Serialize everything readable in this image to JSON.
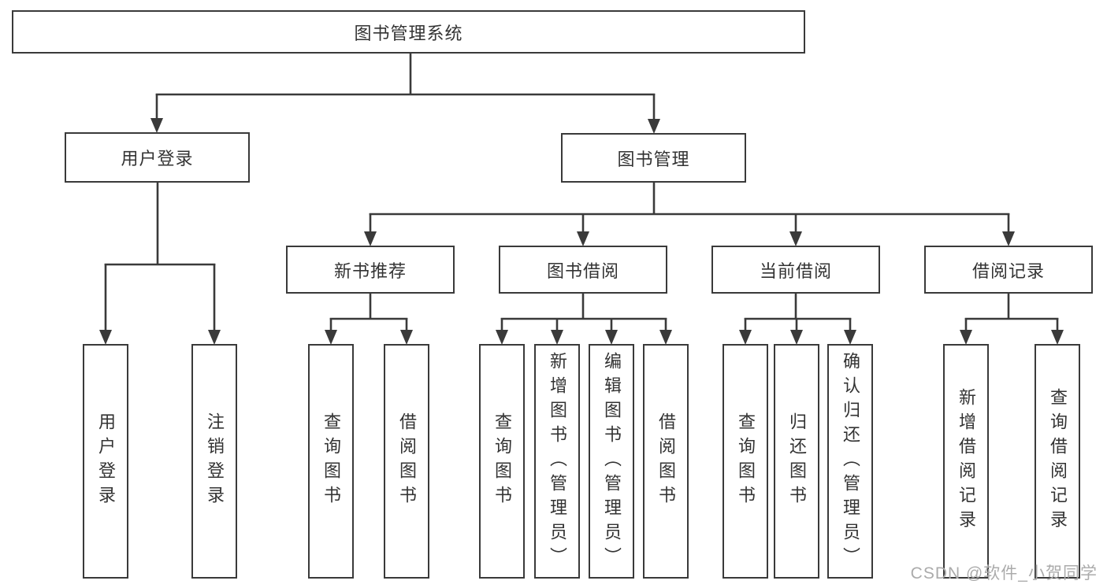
{
  "tree": {
    "root": "图书管理系统",
    "branches": [
      {
        "label": "用户登录",
        "children": [
          "用户登录",
          "注销登录"
        ]
      },
      {
        "label": "图书管理",
        "groups": [
          {
            "label": "新书推荐",
            "children": [
              "查询图书",
              "借阅图书"
            ]
          },
          {
            "label": "图书借阅",
            "children": [
              "查询图书",
              "新增图书（管理员）",
              "编辑图书（管理员）",
              "借阅图书"
            ]
          },
          {
            "label": "当前借阅",
            "children": [
              "查询图书",
              "归还图书",
              "确认归还（管理员）"
            ]
          },
          {
            "label": "借阅记录",
            "children": [
              "新增借阅记录",
              "查询借阅记录"
            ]
          }
        ]
      }
    ]
  },
  "watermark": {
    "text": "CSDN @软件_小贺同学"
  },
  "colors": {
    "line": "#3a3a3a",
    "box_border": "#3a3a3a",
    "text": "#333333",
    "watermark": "#ababab",
    "background": "#ffffff"
  }
}
